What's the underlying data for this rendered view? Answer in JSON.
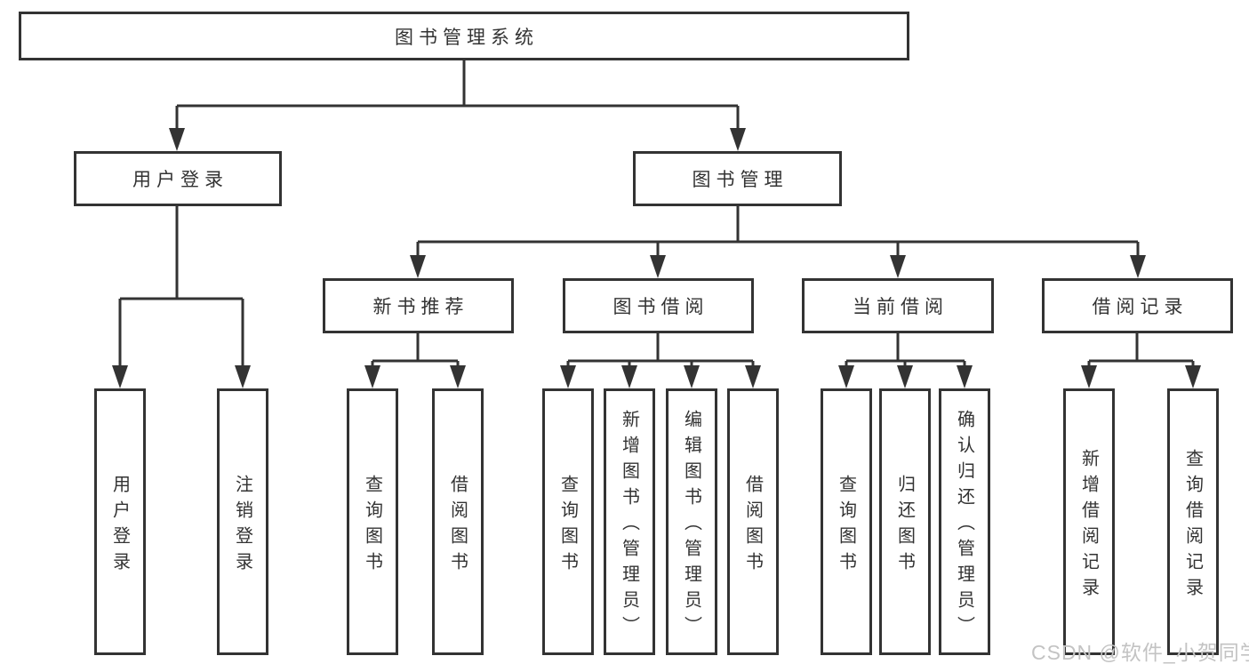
{
  "diagram": {
    "root": {
      "label": "图书管理系统"
    },
    "level2": [
      {
        "id": "user-login",
        "label": "用户登录"
      },
      {
        "id": "book-management",
        "label": "图书管理"
      }
    ],
    "level3": [
      {
        "id": "new-book-recommend",
        "label": "新书推荐"
      },
      {
        "id": "book-borrowing",
        "label": "图书借阅"
      },
      {
        "id": "current-borrowing",
        "label": "当前借阅"
      },
      {
        "id": "borrowing-records",
        "label": "借阅记录"
      }
    ],
    "leaves": [
      {
        "id": "user-login",
        "label": "用户登录"
      },
      {
        "id": "logout",
        "label": "注销登录"
      },
      {
        "id": "query-books-1",
        "label": "查询图书"
      },
      {
        "id": "borrow-books-1",
        "label": "借阅图书"
      },
      {
        "id": "query-books-2",
        "label": "查询图书"
      },
      {
        "id": "add-books-admin",
        "label": "新增图书（管理员）"
      },
      {
        "id": "edit-books-admin",
        "label": "编辑图书（管理员）"
      },
      {
        "id": "borrow-books-2",
        "label": "借阅图书"
      },
      {
        "id": "query-books-3",
        "label": "查询图书"
      },
      {
        "id": "return-books",
        "label": "归还图书"
      },
      {
        "id": "confirm-return-admin",
        "label": "确认归还（管理员）"
      },
      {
        "id": "add-borrow-record",
        "label": "新增借阅记录"
      },
      {
        "id": "query-borrow-record",
        "label": "查询借阅记录"
      }
    ]
  },
  "watermark": {
    "text": "CSDN @软件_小贺同学"
  },
  "colors": {
    "line": "#333333",
    "box_border": "#333333",
    "text": "#333333",
    "watermark": "#c3c3c3",
    "background": "#ffffff"
  }
}
